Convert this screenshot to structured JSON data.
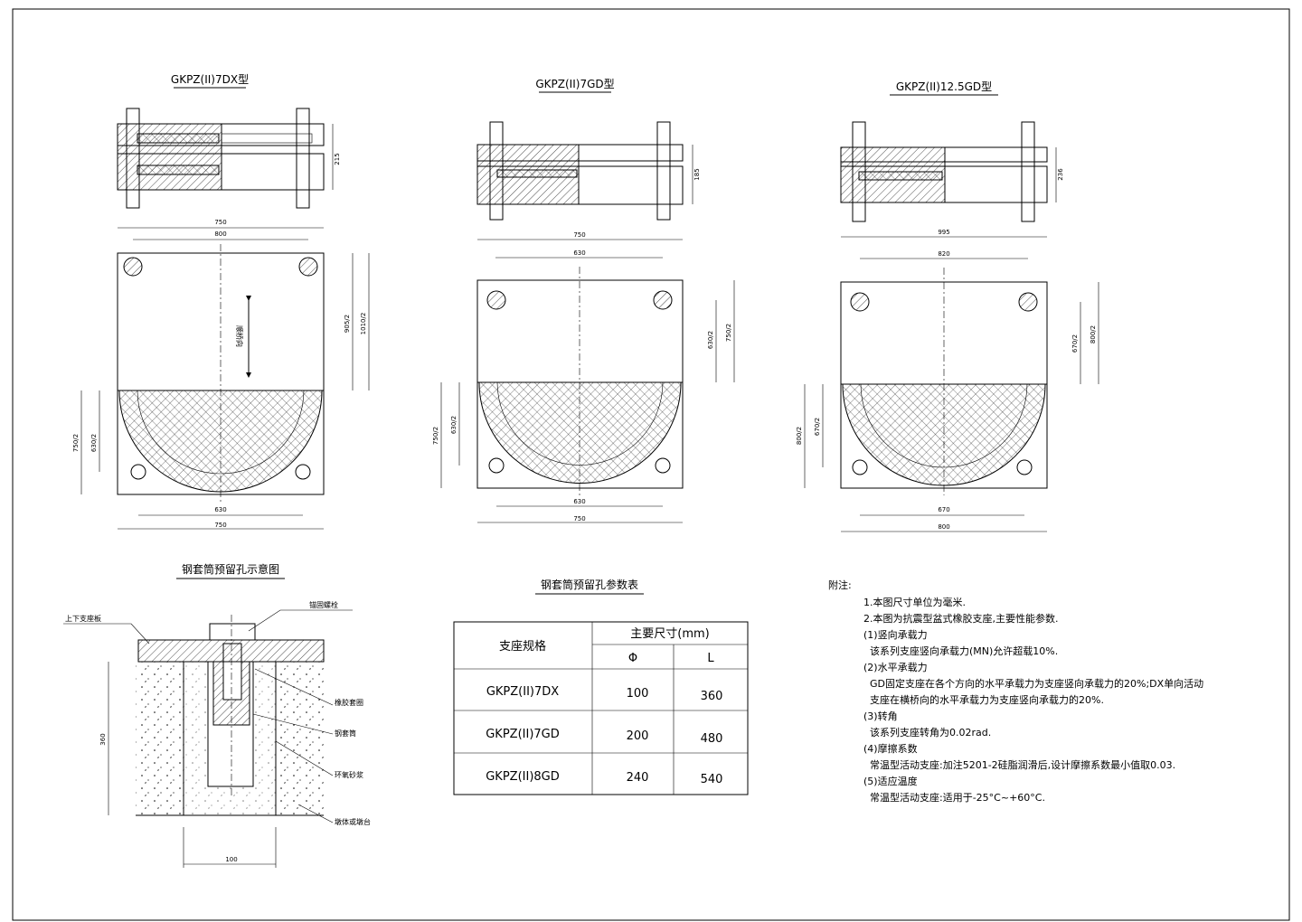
{
  "drawings": [
    {
      "title": "GKPZ(II)7DX型",
      "height_dim": "215",
      "top_width": "750",
      "bolt_spacing_top": "800",
      "dim_right_inner": "905/2",
      "dim_right_outer": "1010/2",
      "dim_left_inner": "630/2",
      "dim_left_outer": "750/2",
      "bolt_spacing_bottom": "630",
      "bottom_width": "750",
      "direction_label": "顺桥向"
    },
    {
      "title": "GKPZ(II)7GD型",
      "height_dim": "185",
      "top_width": "750",
      "bolt_spacing_top": "630",
      "dim_right_inner": "630/2",
      "dim_right_outer": "750/2",
      "dim_left_inner": "630/2",
      "dim_left_outer": "750/2",
      "bolt_spacing_bottom": "630",
      "bottom_width": "750"
    },
    {
      "title": "GKPZ(II)12.5GD型",
      "height_dim": "236",
      "top_width": "995",
      "bolt_spacing_top": "820",
      "dim_right_inner": "670/2",
      "dim_right_outer": "800/2",
      "dim_left_inner": "670/2",
      "dim_left_outer": "800/2",
      "bolt_spacing_bottom": "670",
      "bottom_width": "800"
    }
  ],
  "sleeve_diagram": {
    "title": "钢套筒预留孔示意图",
    "labels": {
      "top_plate": "上下支座板",
      "anchor_bolt": "锚固螺栓",
      "rubber_ring": "橡胶套圈",
      "steel_sleeve": "钢套筒",
      "epoxy_mortar": "环氧砂浆",
      "pier": "墩体或墩台"
    },
    "depth_dim": "360",
    "width_dim": "100"
  },
  "param_table": {
    "title": "钢套筒预留孔参数表",
    "col_spec": "支座规格",
    "col_main": "主要尺寸(mm)",
    "col_phi": "Φ",
    "col_l": "L",
    "rows": [
      {
        "spec": "GKPZ(II)7DX",
        "phi": "100",
        "l": "360"
      },
      {
        "spec": "GKPZ(II)7GD",
        "phi": "200",
        "l": "480"
      },
      {
        "spec": "GKPZ(II)8GD",
        "phi": "240",
        "l": "540"
      }
    ]
  },
  "notes": {
    "heading": "附注:",
    "lines": [
      "1.本图尺寸单位为毫米.",
      "2.本图为抗震型盆式橡胶支座,主要性能参数.",
      "(1)竖向承载力",
      "该系列支座竖向承载力(MN)允许超载10%.",
      "(2)水平承载力",
      "GD固定支座在各个方向的水平承载力为支座竖向承载力的20%;DX单向活动",
      "支座在横桥向的水平承载力为支座竖向承载力的20%.",
      "(3)转角",
      "该系列支座转角为0.02rad.",
      "(4)摩擦系数",
      "常温型活动支座:加注5201-2硅脂润滑后,设计摩擦系数最小值取0.03.",
      "(5)适应温度",
      "常温型活动支座:适用于-25°C~+60°C."
    ]
  }
}
